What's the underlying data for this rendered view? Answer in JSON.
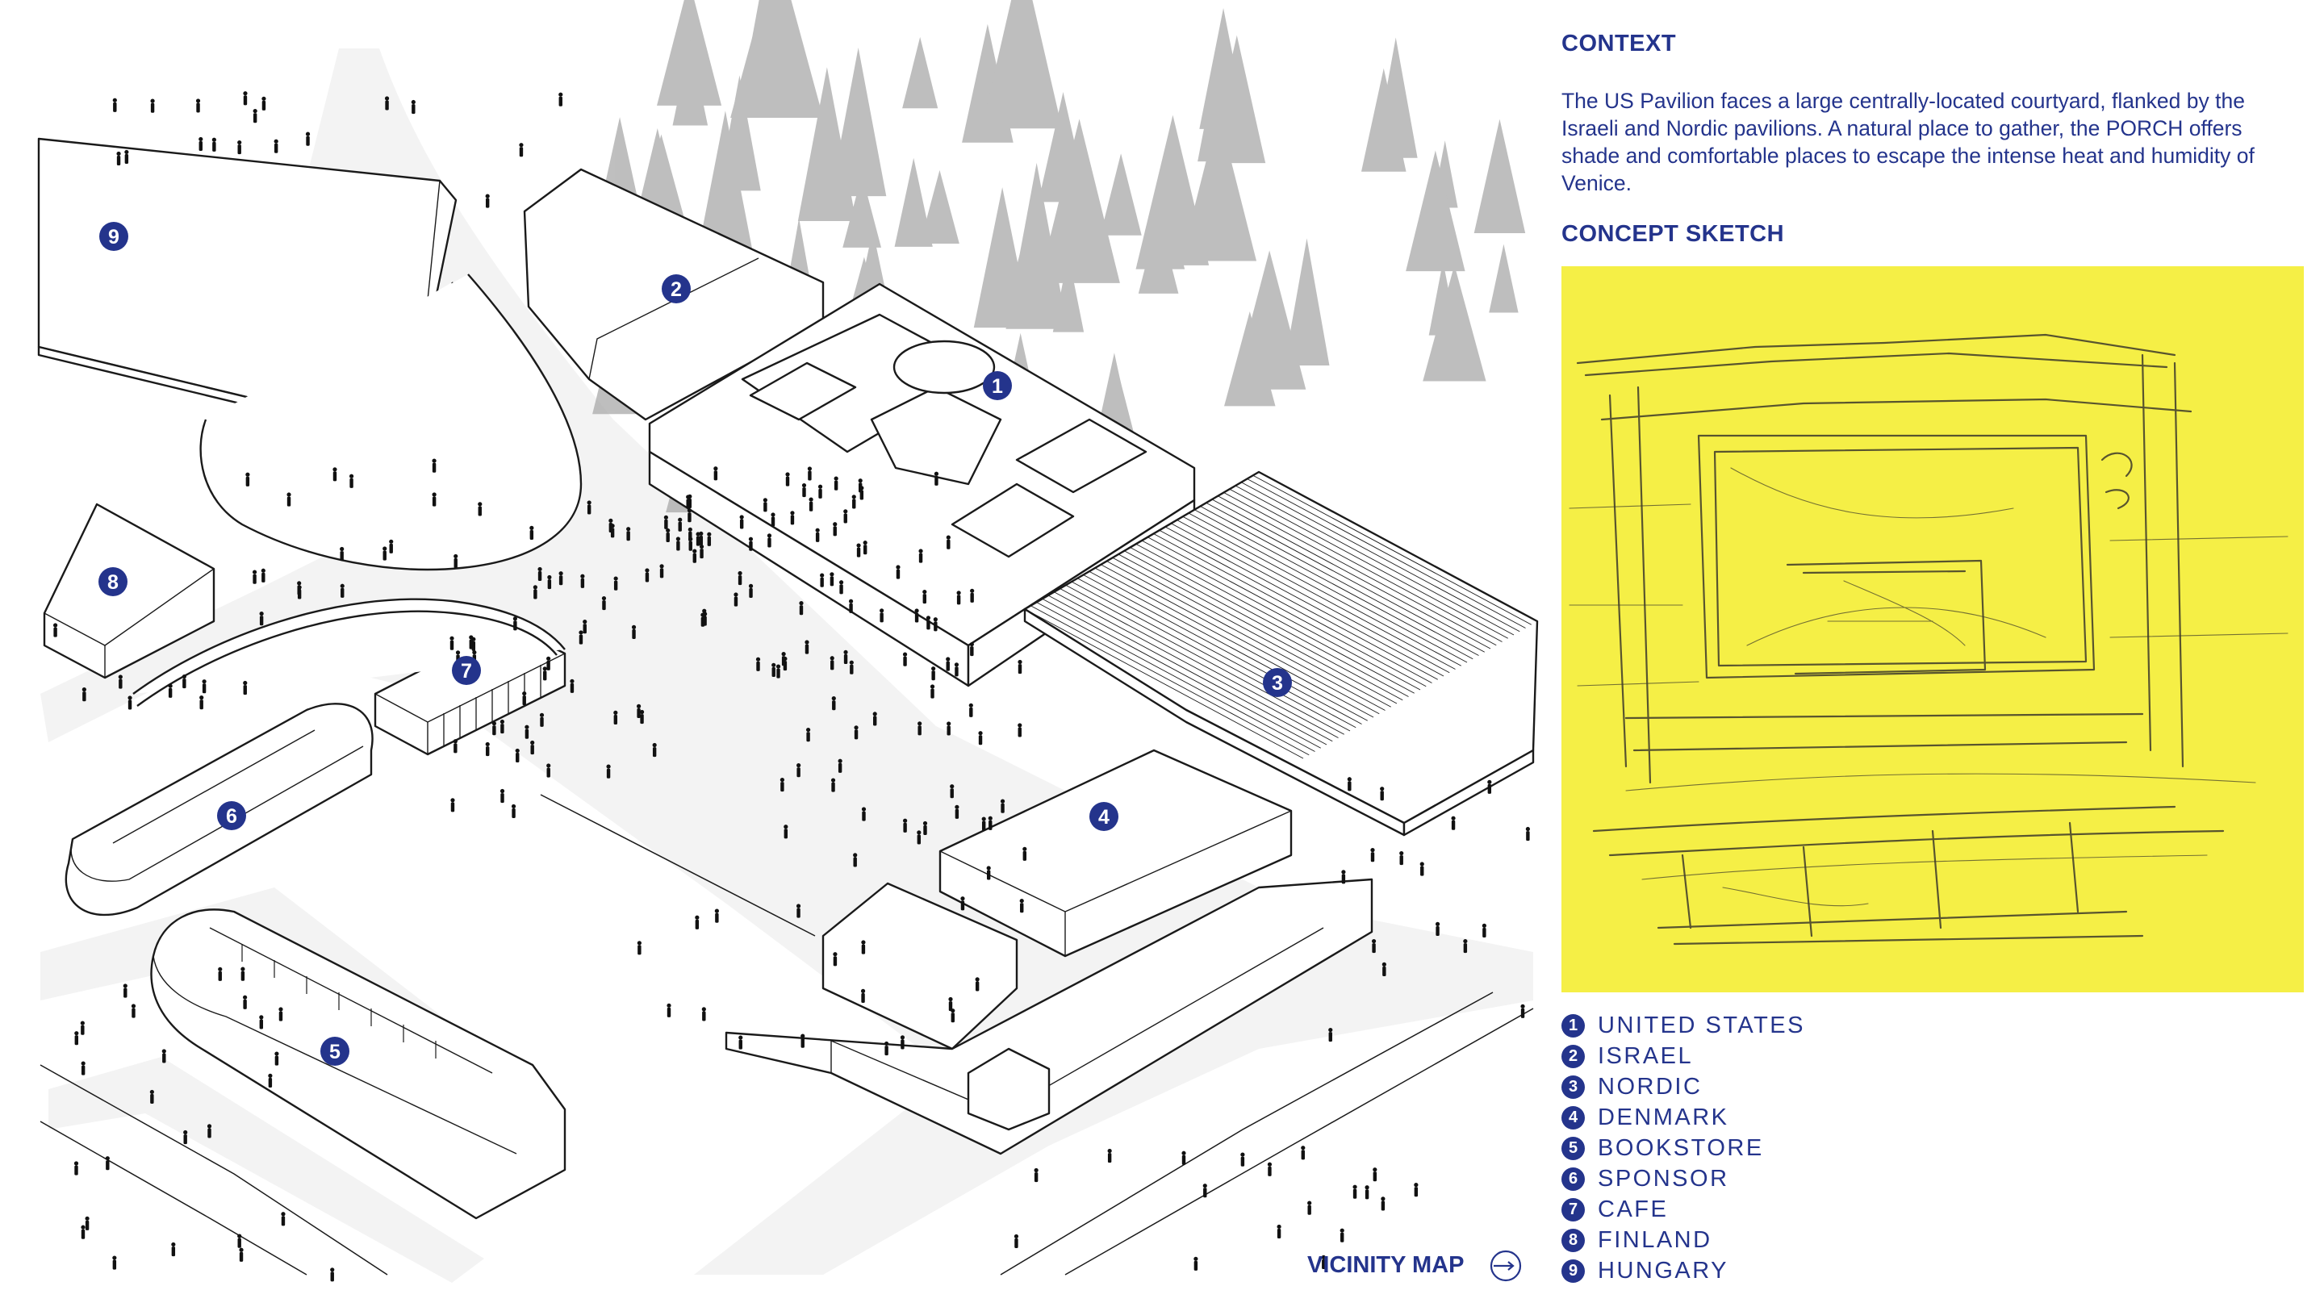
{
  "context": {
    "heading": "CONTEXT",
    "body": "The US Pavilion faces a large centrally-located courtyard, flanked by the Israeli and Nordic pavilions.  A natural place to gather, the PORCH offers shade and comfortable places to escape the intense heat and humidity of Venice."
  },
  "concept_sketch": {
    "heading": "CONCEPT SKETCH",
    "background_color": "#f5ef46"
  },
  "legend": [
    {
      "number": "1",
      "label": "UNITED STATES"
    },
    {
      "number": "2",
      "label": "ISRAEL"
    },
    {
      "number": "3",
      "label": "NORDIC"
    },
    {
      "number": "4",
      "label": "DENMARK"
    },
    {
      "number": "5",
      "label": "BOOKSTORE"
    },
    {
      "number": "6",
      "label": "SPONSOR"
    },
    {
      "number": "7",
      "label": "CAFE"
    },
    {
      "number": "8",
      "label": "FINLAND"
    },
    {
      "number": "9",
      "label": "HUNGARY"
    }
  ],
  "map": {
    "title": "VICINITY MAP",
    "north_arrow_icon": "north-arrow-icon",
    "badges": [
      "1",
      "2",
      "3",
      "4",
      "5",
      "6",
      "7",
      "8",
      "9"
    ]
  },
  "colors": {
    "accent": "#24348c",
    "sketch_yellow": "#f5ef46",
    "trees": "#a9a9a9"
  }
}
